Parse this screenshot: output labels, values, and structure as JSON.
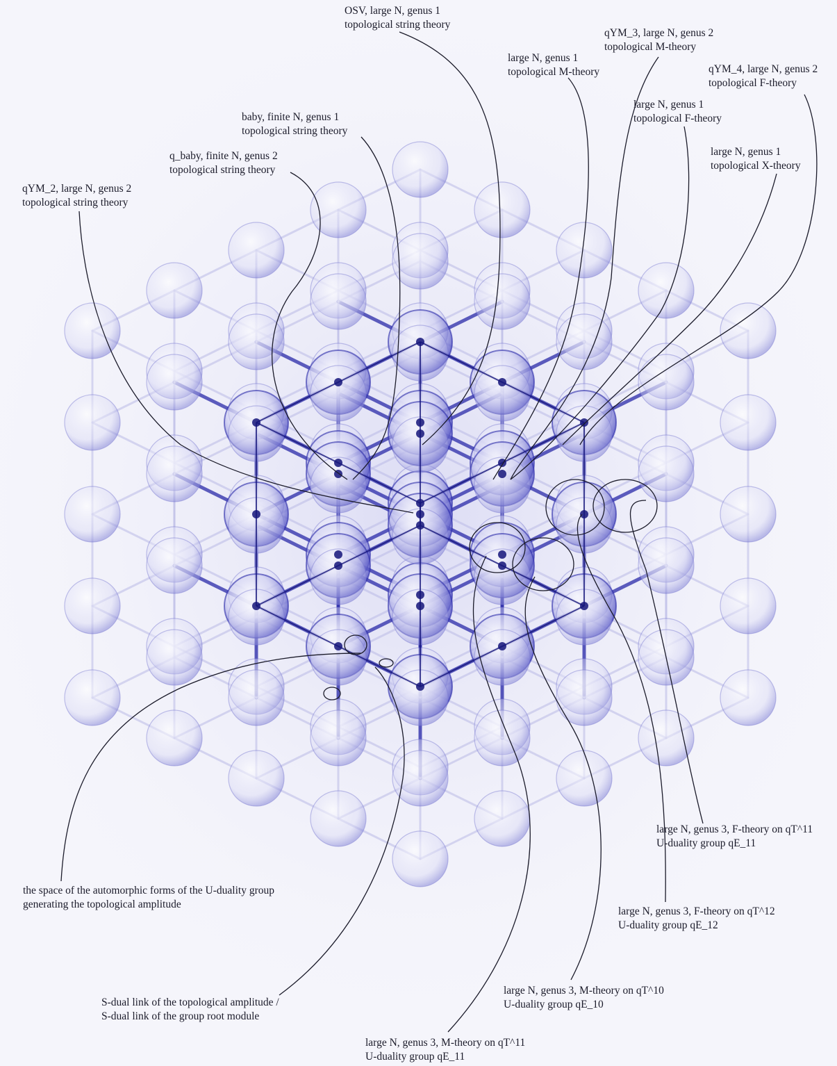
{
  "labels": {
    "osv": {
      "line1": "OSV, large N, genus 1",
      "line2": "topological string theory"
    },
    "qym3": {
      "line1": "qYM_3, large N, genus 2",
      "line2": "topological M-theory"
    },
    "m_theory_g1": {
      "line1": "large N, genus 1",
      "line2": "topological M-theory"
    },
    "qym4": {
      "line1": "qYM_4, large N, genus 2",
      "line2": "topological F-theory"
    },
    "f_theory_g1": {
      "line1": "large N, genus 1",
      "line2": "topological F-theory"
    },
    "baby": {
      "line1": "baby, finite N, genus 1",
      "line2": "topological string theory"
    },
    "x_theory_g1": {
      "line1": "large N, genus 1",
      "line2": "topological X-theory"
    },
    "q_baby": {
      "line1": "q_baby, finite N, genus 2",
      "line2": "topological string theory"
    },
    "qym2": {
      "line1": "qYM_2, large N, genus 2",
      "line2": "topological string theory"
    },
    "f_t11": {
      "line1": "large N, genus 3, F-theory on qT^11",
      "line2": "U-duality group qE_11"
    },
    "automorphic": {
      "line1": "the space of the automorphic forms of the U-duality group",
      "line2": "generating the topological amplitude"
    },
    "f_t12": {
      "line1": "large N, genus 3, F-theory on qT^12",
      "line2": "U-duality group qE_12"
    },
    "m_t10": {
      "line1": "large N, genus 3, M-theory on qT^10",
      "line2": "U-duality group qE_10"
    },
    "s_dual": {
      "line1": "S-dual link of the topological amplitude /",
      "line2": "S-dual link of the group root module"
    },
    "m_t11": {
      "line1": "large N, genus 3, M-theory on qT^11",
      "line2": "U-duality group qE_11"
    }
  },
  "colors": {
    "ink": "#2a2aa8",
    "ink_light": "#b9b9e6",
    "paper": "#f5f5fb",
    "annotation_line": "#1b1b2a"
  }
}
